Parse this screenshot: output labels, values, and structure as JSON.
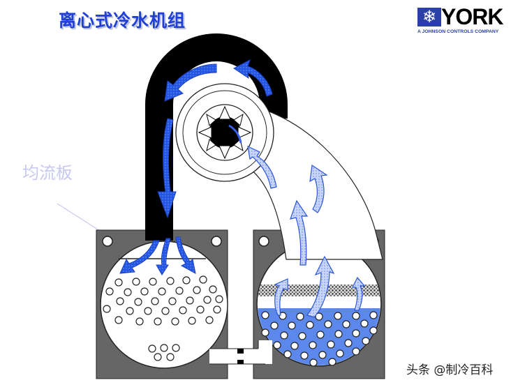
{
  "header": {
    "title": "离心式冷水机组"
  },
  "logo": {
    "brand": "YORK",
    "tagline": "A JOHNSON CONTROLS COMPANY",
    "icon": "snowflake-icon",
    "colors": {
      "box": "#2a3fa8",
      "text": "#000000"
    }
  },
  "labels": {
    "baffle": "均流板"
  },
  "watermark": "头条 @制冷百科",
  "diagram": {
    "components": [
      "compressor-impeller",
      "condenser-shell",
      "evaporator-shell",
      "discharge-pipe",
      "suction-pipe",
      "orifice-connection",
      "eliminator-mesh",
      "refrigerant-liquid"
    ],
    "colors": {
      "discharge_pipe": "#000000",
      "shell_frame": "#666666",
      "arrow_dark": "#2255e0",
      "arrow_light": "#aabff5",
      "liquid": "#5c88ec",
      "baffle_label": "#c8c8f0"
    }
  }
}
